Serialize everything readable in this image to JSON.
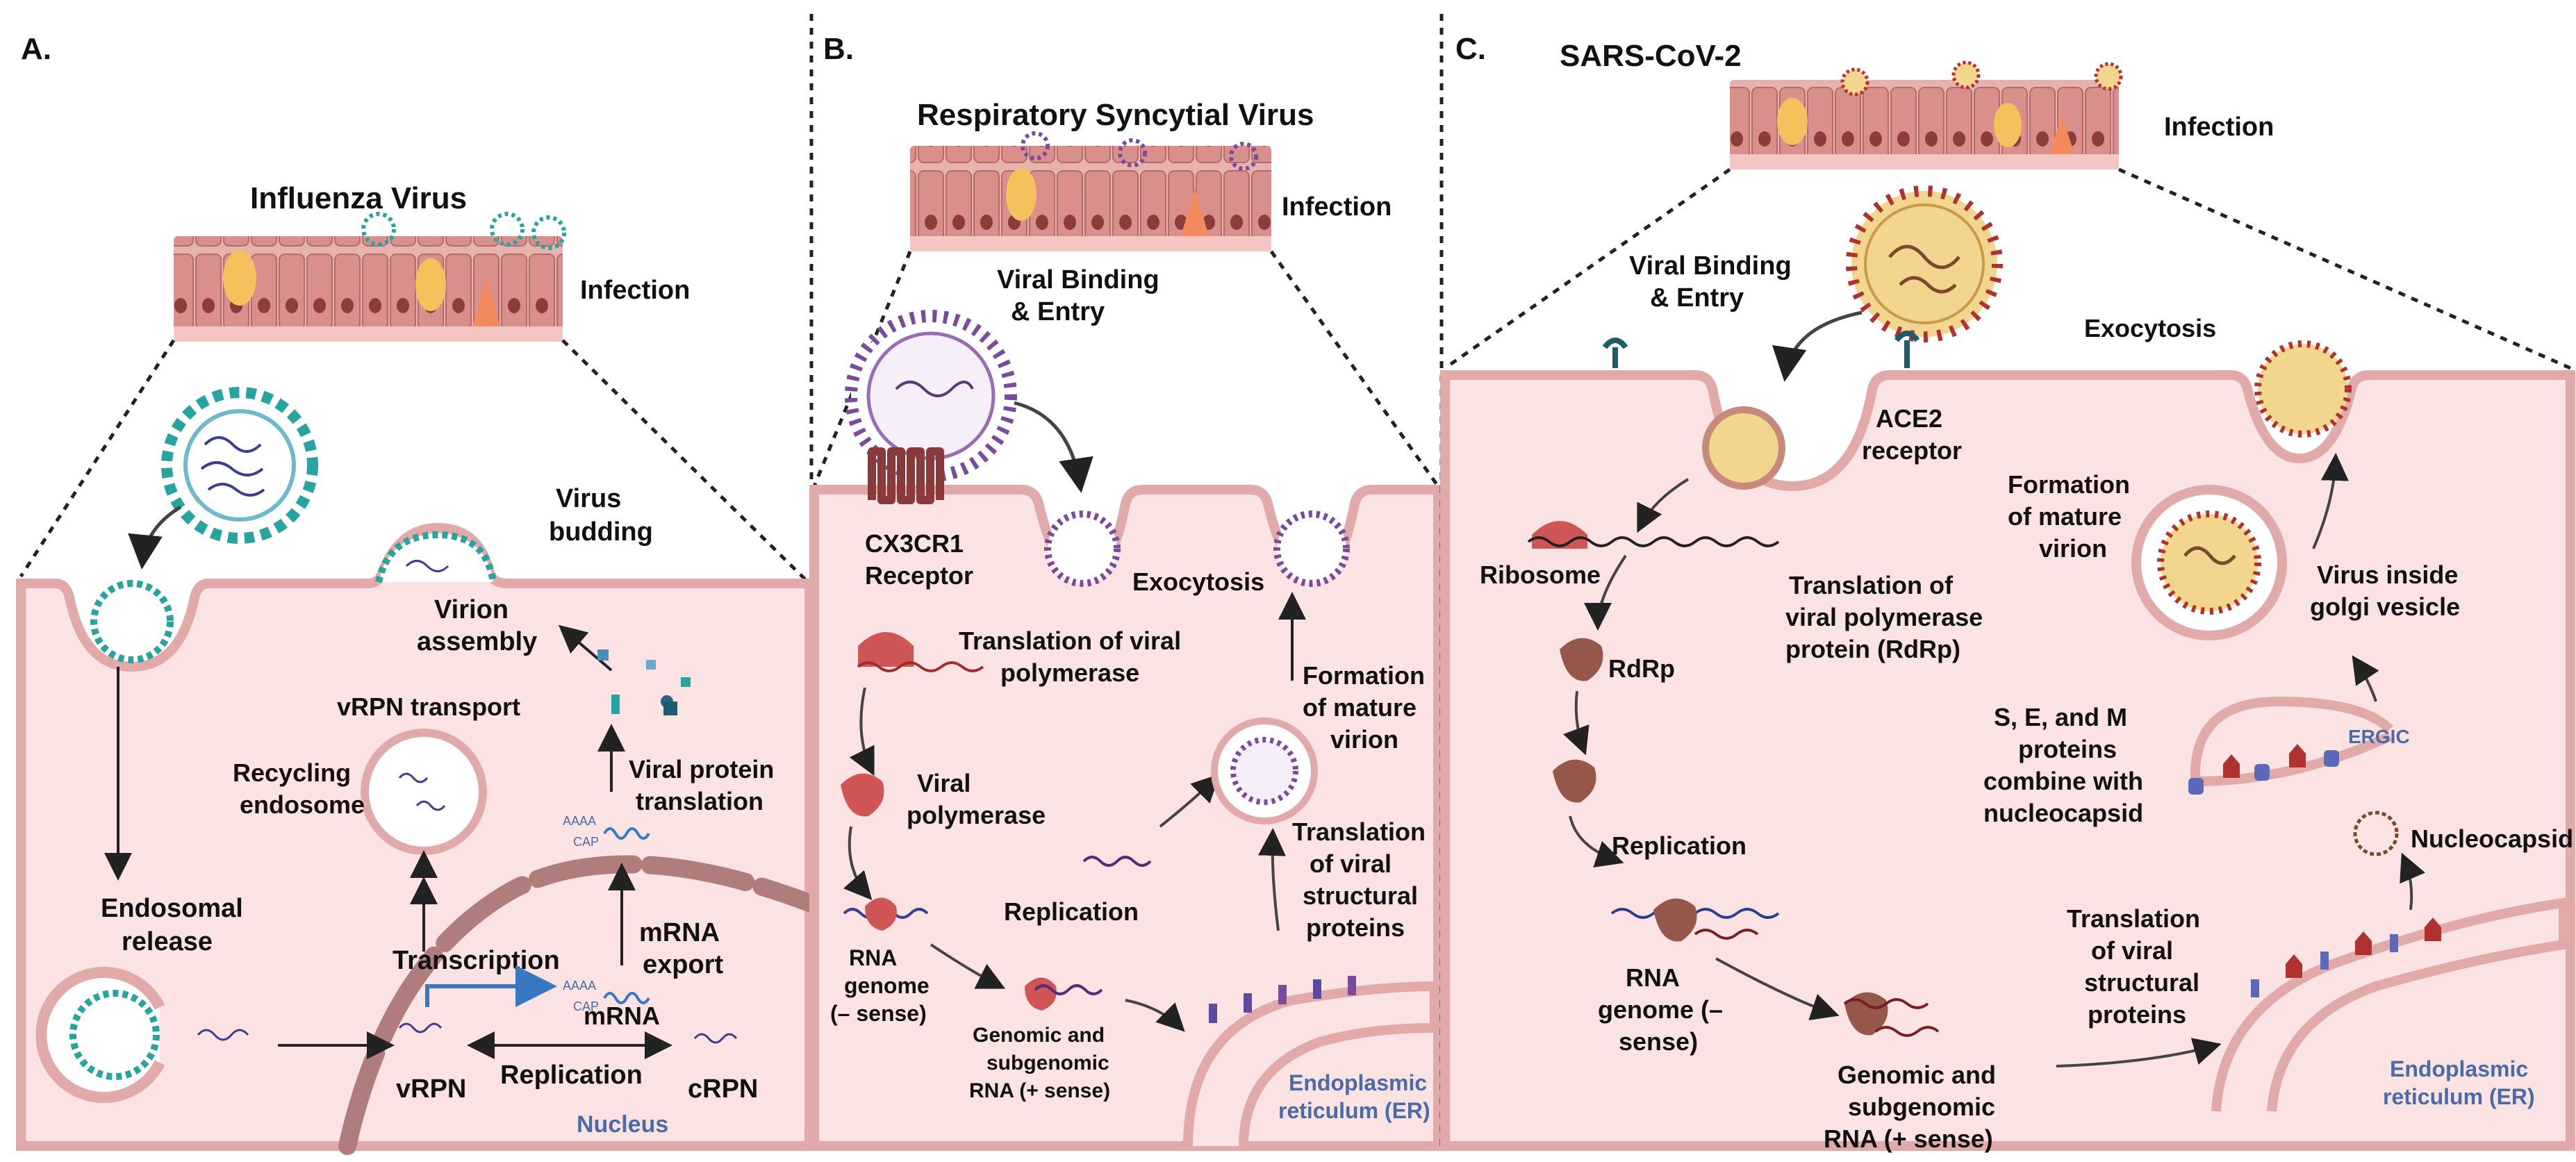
{
  "panels": {
    "a": {
      "letter": "A.",
      "title": "Influenza Virus",
      "infection": "Infection",
      "virus_budding": [
        "Virus",
        "budding"
      ],
      "virion_assembly": [
        "Virion",
        "assembly"
      ],
      "vrpn_transport": "vRPN transport",
      "recycling_endosome": [
        "Recycling",
        "endosome"
      ],
      "viral_protein_translation": [
        "Viral protein",
        "translation"
      ],
      "endosomal_release": [
        "Endosomal",
        "release"
      ],
      "transcription": "Transcription",
      "mrna_export": [
        "mRNA",
        "export"
      ],
      "mrna": "mRNA",
      "vrpn": "vRPN",
      "replication": "Replication",
      "crpn": "cRPN",
      "nucleus": "Nucleus",
      "aaaa": "AAAA",
      "cap": "CAP"
    },
    "b": {
      "letter": "B.",
      "title": "Respiratory Syncytial Virus",
      "infection": "Infection",
      "binding_entry": [
        "Viral Binding",
        "& Entry"
      ],
      "receptor": [
        "CX3CR1",
        "Receptor"
      ],
      "exocytosis": "Exocytosis",
      "translation_polymerase": [
        "Translation of viral",
        "polymerase"
      ],
      "formation_mature": [
        "Formation",
        "of mature",
        "virion"
      ],
      "viral_polymerase": [
        "Viral",
        "polymerase"
      ],
      "translation_structural": [
        "Translation",
        "of viral",
        "structural",
        "proteins"
      ],
      "replication": "Replication",
      "rna_genome": [
        "RNA",
        "genome",
        "(– sense)"
      ],
      "genomic_rna": [
        "Genomic and",
        "subgenomic",
        "RNA (+ sense)"
      ],
      "er": [
        "Endoplasmic",
        "reticulum (ER)"
      ]
    },
    "c": {
      "letter": "C.",
      "title": "SARS-CoV-2",
      "infection": "Infection",
      "binding_entry": [
        "Viral Binding",
        "& Entry"
      ],
      "exocytosis": "Exocytosis",
      "ace2": [
        "ACE2",
        "receptor"
      ],
      "formation_mature": [
        "Formation",
        "of mature",
        "virion"
      ],
      "ribosome": "Ribosome",
      "translation_rdrp": [
        "Translation of",
        "viral polymerase",
        "protein (RdRp)"
      ],
      "virus_golgi": [
        "Virus inside",
        "golgi vesicle"
      ],
      "rdrp": "RdRp",
      "sem_proteins": [
        "S, E, and M",
        "proteins",
        "combine with",
        "nucleocapsid"
      ],
      "ergic": "ERGIC",
      "replication": "Replication",
      "nucleocapsid": "Nucleocapsid",
      "translation_structural": [
        "Translation",
        "of viral",
        "structural",
        "proteins"
      ],
      "rna_genome": [
        "RNA",
        "genome (–",
        "sense)"
      ],
      "genomic_rna": [
        "Genomic and",
        "subgenomic",
        "RNA (+ sense)"
      ],
      "er": [
        "Endoplasmic",
        "reticulum (ER)"
      ]
    }
  },
  "colors": {
    "cell_bg": "#fbe3e3",
    "membrane": "#e9b4b4",
    "membrane_line": "#c98a8a",
    "nucleus_band": "#b07d7d",
    "influenza_teal": "#27a3a0",
    "rsv_purple": "#7a4a9c",
    "sars_red": "#b0322f",
    "capsid_gold": "#f2d690",
    "polymerase_red": "#d05555",
    "rdrp_brown": "#94574a",
    "er_label_blue": "#4a6aa8"
  }
}
